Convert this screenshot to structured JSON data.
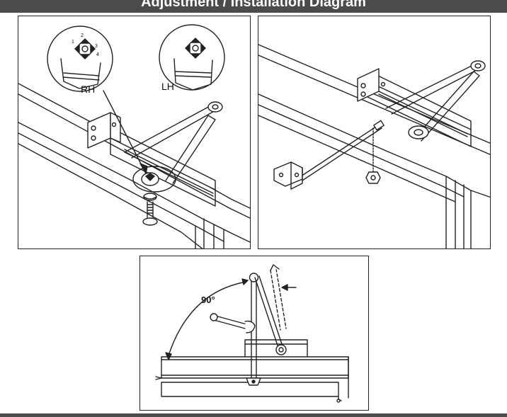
{
  "header": {
    "title": "Adjustment / Installation Diagram"
  },
  "panel_a": {
    "label_right_hand": "RH",
    "label_left_hand": "LH",
    "dial_numbers": [
      "1",
      "2",
      "3",
      "4"
    ]
  },
  "panel_c": {
    "angle_label": "90°"
  },
  "colors": {
    "bar": "#4b4b4b",
    "line": "#222222",
    "fill": "#ffffff"
  },
  "icons": [
    "curved-arrow-icon",
    "pointer-arrow-icon",
    "hex-nut-icon",
    "screw-icon"
  ]
}
